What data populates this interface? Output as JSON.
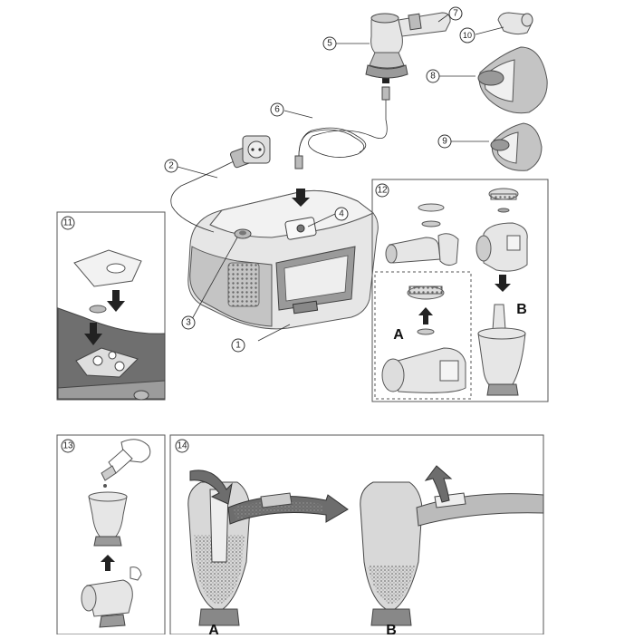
{
  "callouts": {
    "c1": "1",
    "c2": "2",
    "c3": "3",
    "c4": "4",
    "c5": "5",
    "c6": "6",
    "c7": "7",
    "c8": "8",
    "c9": "9",
    "c10": "10"
  },
  "panels": {
    "p11": "11",
    "p12": "12",
    "p13": "13",
    "p14": "14"
  },
  "letters": {
    "p12_a": "A",
    "p12_b": "B",
    "p14_a": "A",
    "p14_b": "B"
  },
  "icons": {
    "compressor": "compressor-unit-icon",
    "power_plug": "power-plug-icon",
    "air_tube": "air-tube-icon",
    "nebulizer_cup": "nebulizer-cup-icon",
    "mouthpiece": "mouthpiece-icon",
    "nose_piece": "nose-piece-icon",
    "adult_mask": "adult-mask-icon",
    "child_mask": "child-mask-icon",
    "air_filter": "air-filter-icon",
    "medicine_dropper": "medicine-dropper-icon"
  }
}
